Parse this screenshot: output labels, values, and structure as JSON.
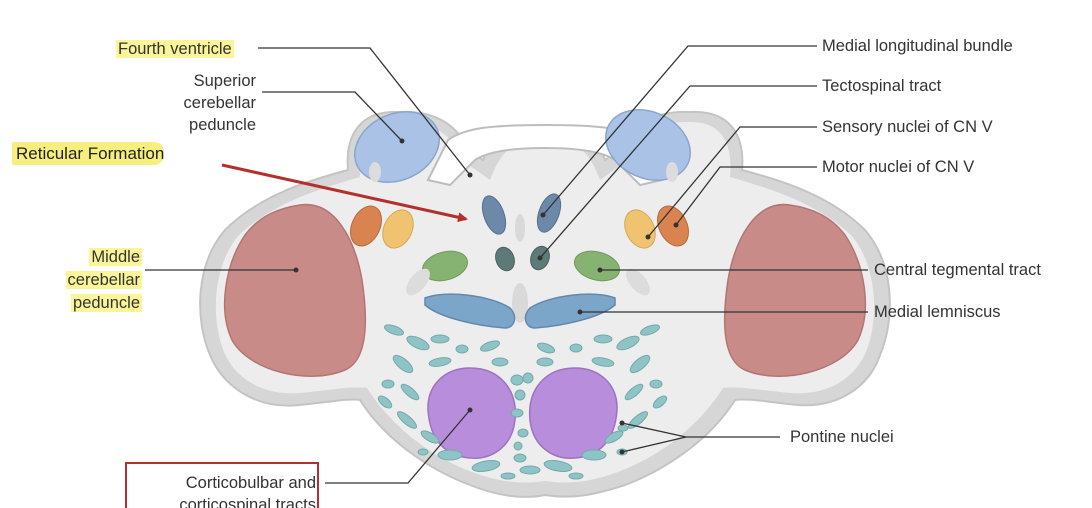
{
  "labels": {
    "fourth_ventricle": "Fourth ventricle",
    "superior_cerebellar_peduncle": [
      "Superior",
      "cerebellar",
      "peduncle"
    ],
    "reticular_formation": "Reticular Formation",
    "middle_cerebellar_peduncle": [
      "Middle",
      "cerebellar",
      "peduncle"
    ],
    "corticobulbar": [
      "Corticobulbar and",
      "corticospinal tracts"
    ],
    "medial_longitudinal_bundle": "Medial longitudinal bundle",
    "tectospinal_tract": "Tectospinal tract",
    "sensory_nuclei": "Sensory nuclei of CN V",
    "motor_nuclei": "Motor nuclei of CN V",
    "central_tegmental_tract": "Central tegmental tract",
    "medial_lemniscus": "Medial lemniscus",
    "pontine_nuclei": "Pontine nuclei"
  },
  "colors": {
    "highlight": "#fbf59a",
    "arrow": "#b3302d",
    "middle_cerebellar": "#c98b88",
    "superior_cerebellar": "#a9c2e6",
    "medial_lemniscus": "#7ca6c9",
    "central_tegmental": "#86b371",
    "pontine_nuclei": "#8fc4c6",
    "corticospinal": "#b88ddb",
    "motor_nucleus": "#d98350",
    "sensory_nucleus": "#efc36f"
  }
}
